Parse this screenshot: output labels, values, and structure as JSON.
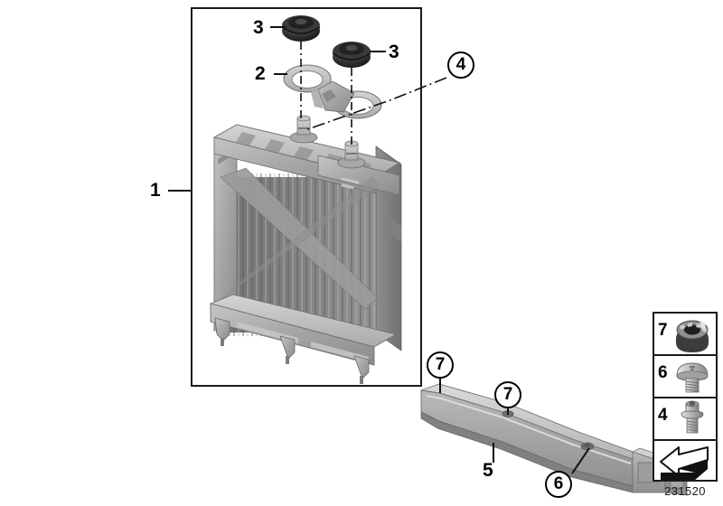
{
  "diagram": {
    "part_number": "231520",
    "background_color": "#ffffff",
    "line_color": "#1a1a1a",
    "metal_color": "#9a9c9e",
    "rubber_color": "#2b2b2b"
  },
  "frame": {
    "label": "assembly-outline-box"
  },
  "callouts": [
    {
      "id": "c1",
      "number": "1",
      "style": "plain",
      "target": "radiator-assembly"
    },
    {
      "id": "c2",
      "number": "2",
      "style": "plain",
      "target": "mounting-bracket-strap"
    },
    {
      "id": "c3a",
      "number": "3",
      "style": "plain",
      "target": "rubber-grommet-left"
    },
    {
      "id": "c3b",
      "number": "3",
      "style": "plain",
      "target": "rubber-grommet-right"
    },
    {
      "id": "c4",
      "number": "4",
      "style": "circled",
      "target": "hex-flange-bolt"
    },
    {
      "id": "c5",
      "number": "5",
      "style": "plain",
      "target": "support-bracket"
    },
    {
      "id": "c7a",
      "number": "7",
      "style": "circled",
      "target": "cage-nut-left"
    },
    {
      "id": "c7b",
      "number": "7",
      "style": "circled",
      "target": "cage-nut-right"
    },
    {
      "id": "c6",
      "number": "6",
      "style": "circled",
      "target": "pan-head-screw"
    }
  ],
  "legend": {
    "items": [
      {
        "number": "7",
        "icon": "cage-nut-icon",
        "name": "cage-nut"
      },
      {
        "number": "6",
        "icon": "pan-head-screw-icon",
        "name": "pan-head-screw"
      },
      {
        "number": "4",
        "icon": "hex-flange-bolt-icon",
        "name": "hex-flange-bolt"
      }
    ],
    "symbol": {
      "icon": "arrow-block-icon",
      "name": "direction-arrow-symbol"
    }
  },
  "parts": {
    "radiator": "auxiliary-radiator",
    "bracket_strap": "twin-eye-mounting-strap",
    "grommet": "rubber-mount-grommet",
    "support_bar": "front-support-bracket"
  }
}
